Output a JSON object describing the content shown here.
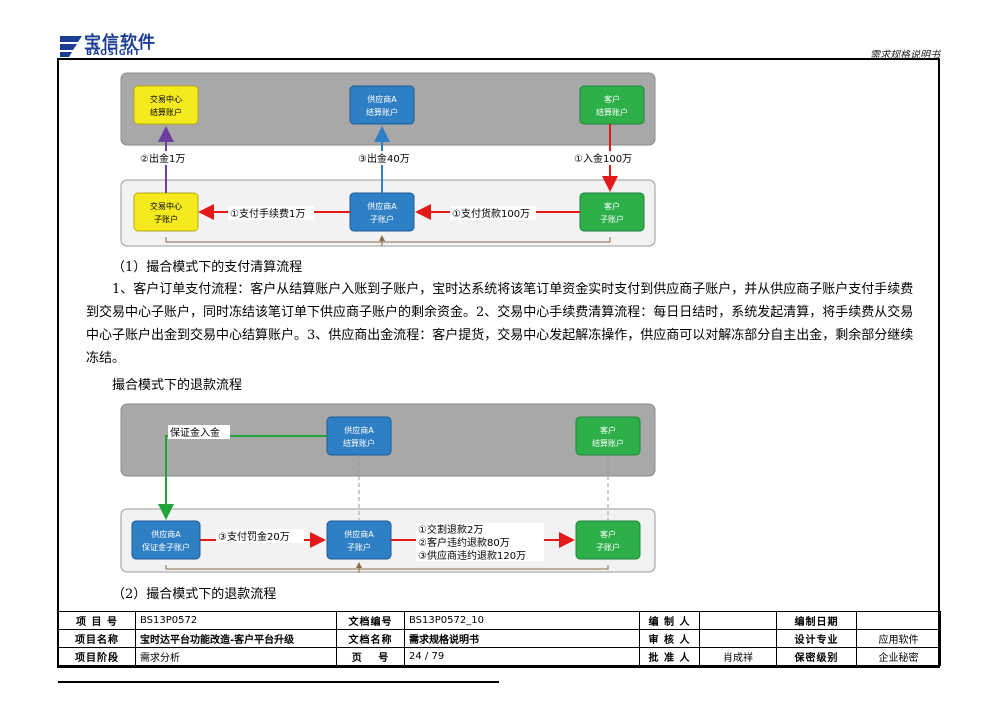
{
  "header": {
    "logo_cn": "宝信软件",
    "logo_en": "BAOSIGHT",
    "doc_type": "需求规格说明书"
  },
  "diagram1": {
    "top_nodes": [
      {
        "line1": "交易中心",
        "line2": "结算账户"
      },
      {
        "line1": "供应商A",
        "line2": "结算账户"
      },
      {
        "line1": "客户",
        "line2": "结算账户"
      }
    ],
    "bottom_nodes": [
      {
        "line1": "交易中心",
        "line2": "子账户"
      },
      {
        "line1": "供应商A",
        "line2": "子账户"
      },
      {
        "line1": "客户",
        "line2": "子账户"
      }
    ],
    "labels": {
      "out1": "②出金1万",
      "out40": "③出金40万",
      "in100": "①入金100万",
      "fee": "①支付手续费1万",
      "goods": "①支付货款100万"
    },
    "colors": {
      "yellow": "#f5ea1e",
      "blue": "#2f7fc4",
      "green": "#2db04a"
    }
  },
  "caption1": "（1）撮合模式下的支付清算流程",
  "body_text": "1、客户订单支付流程：客户从结算账户入账到子账户，宝时达系统将该笔订单资金实时支付到供应商子账户，并从供应商子账户支付手续费到交易中心子账户，同时冻结该笔订单下供应商子账户的剩余资金。2、交易中心手续费清算流程：每日日结时，系统发起清算，将手续费从交易中心子账户出金到交易中心结算账户。3、供应商出金流程：客户提货，交易中心发起解冻操作，供应商可以对解冻部分自主出金，剩余部分继续冻结。",
  "section_title": "撮合模式下的退款流程",
  "diagram2": {
    "top_nodes": [
      {
        "line1": "供应商A",
        "line2": "结算账户"
      },
      {
        "line1": "客户",
        "line2": "结算账户"
      }
    ],
    "bottom_nodes": [
      {
        "line1": "供应商A",
        "line2": "保证金子账户"
      },
      {
        "line1": "供应商A",
        "line2": "子账户"
      },
      {
        "line1": "客户",
        "line2": "子账户"
      }
    ],
    "labels": {
      "deposit": "保证金入金",
      "penalty": "③支付罚金20万",
      "refund1": "①交割退款2万",
      "refund2": "②客户违约退款80万",
      "refund3": "③供应商违约退款120万"
    }
  },
  "caption2": "（2）撮合模式下的退款流程",
  "footer": {
    "row1": [
      "项 目 号",
      "BS13P0572",
      "文档编号",
      "BS13P0572_10",
      "编 制 人",
      "",
      "编制日期",
      ""
    ],
    "row2": [
      "项目名称",
      "宝时达平台功能改造-客户平台升级",
      "文档名称",
      "需求规格说明书",
      "审 核 人",
      "",
      "设计专业",
      "应用软件"
    ],
    "row3": [
      "项目阶段",
      "需求分析",
      "页　 号",
      "24 / 79",
      "批 准 人",
      "肖成祥",
      "保密级别",
      "企业秘密"
    ]
  }
}
